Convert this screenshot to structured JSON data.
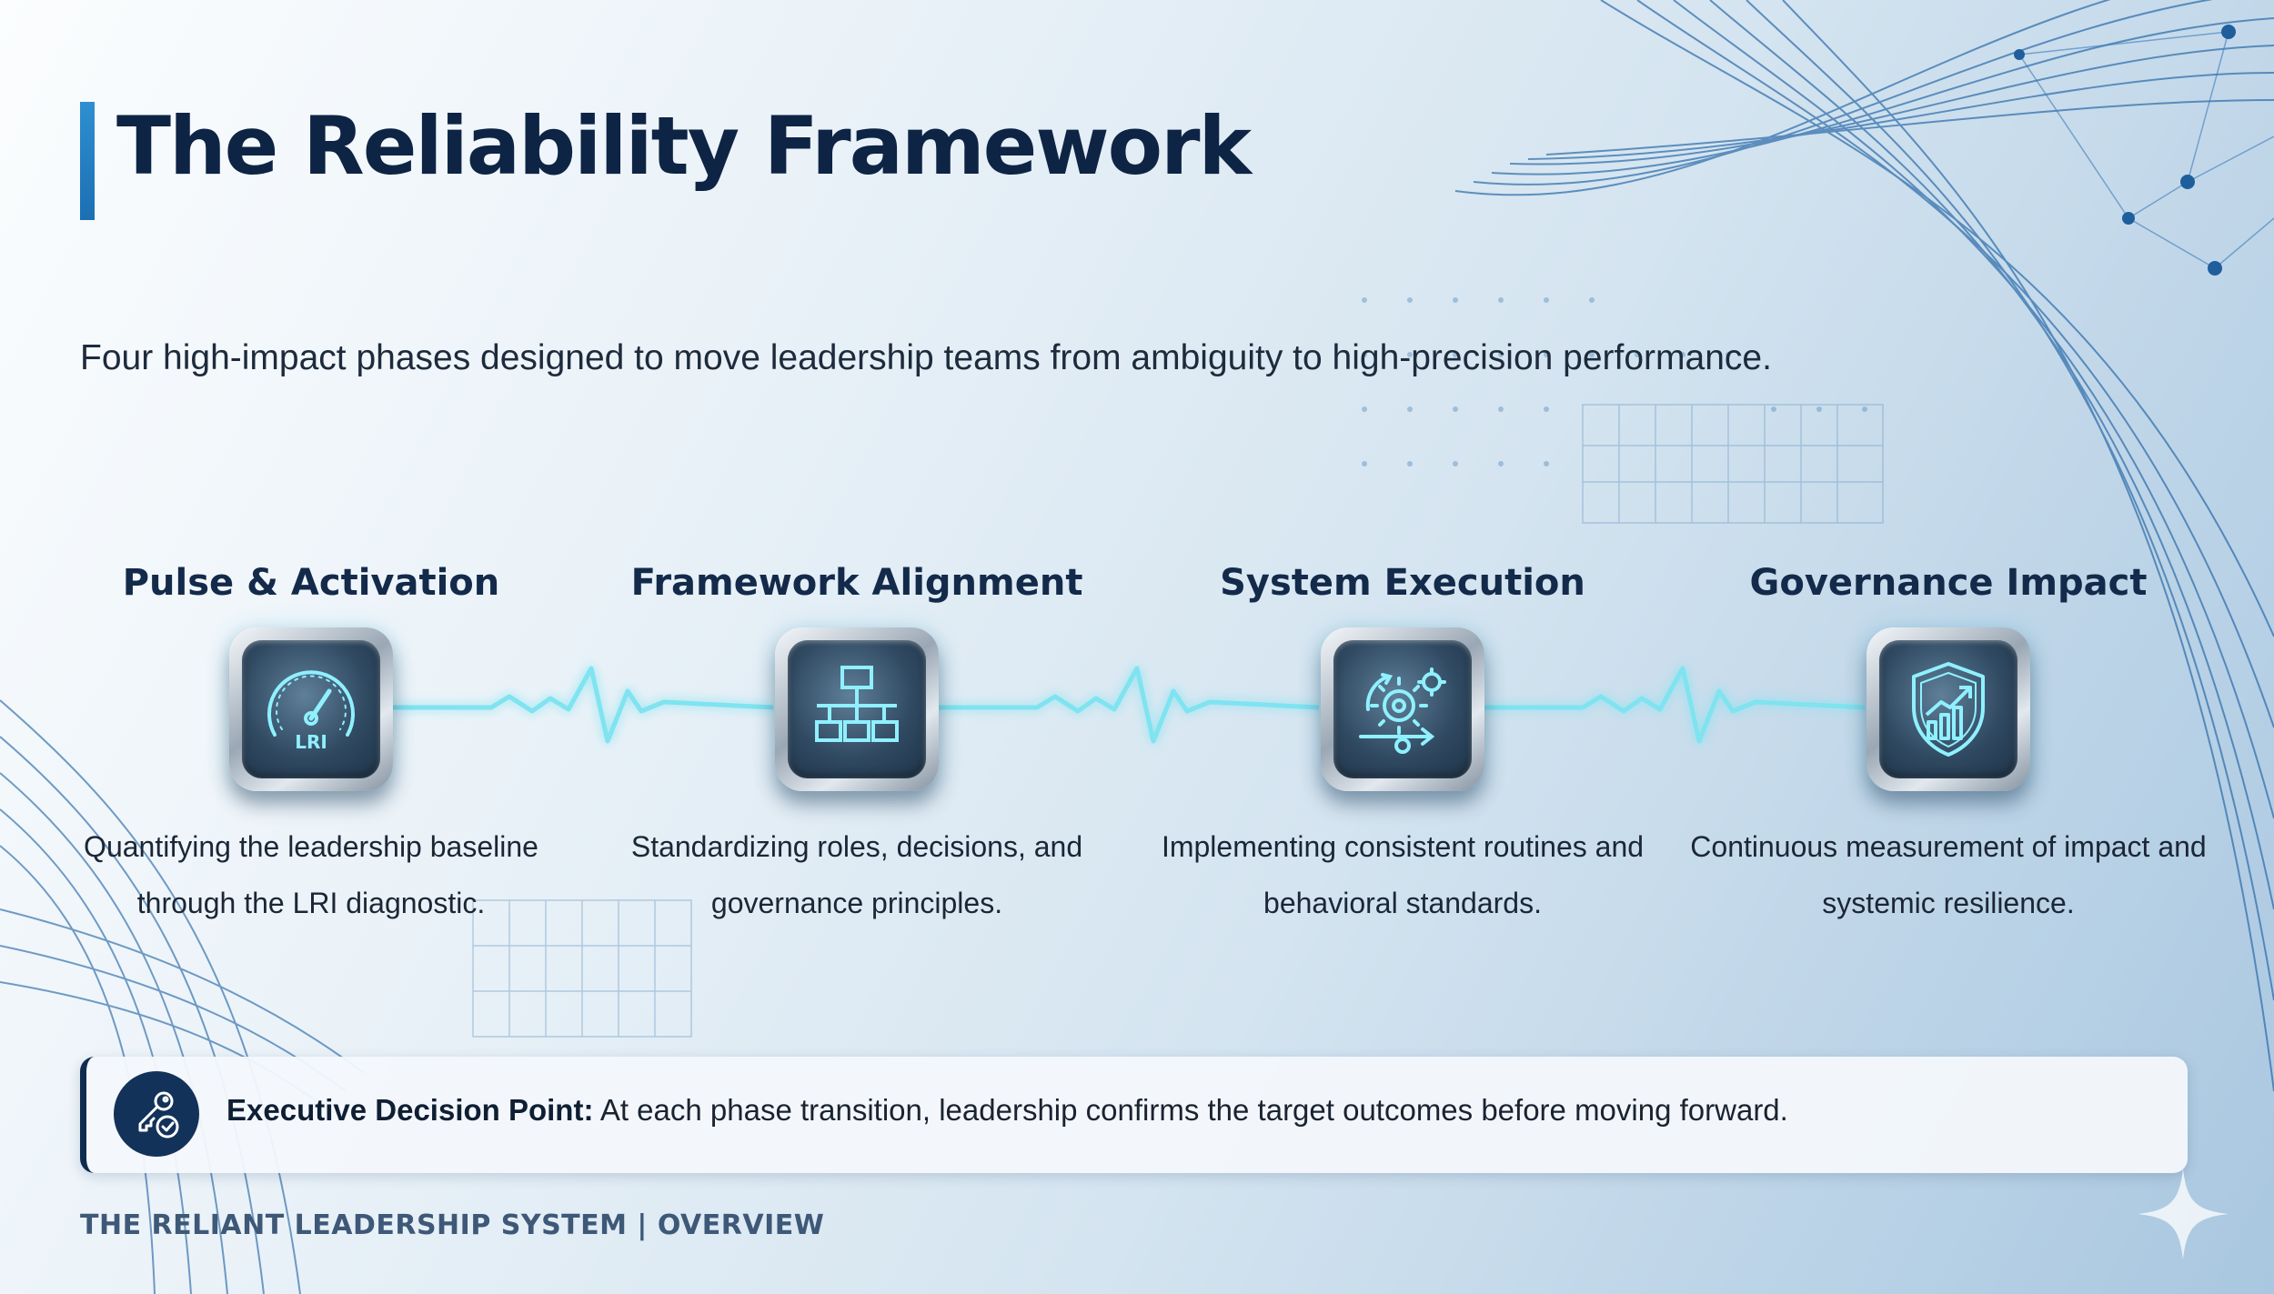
{
  "slide": {
    "title": "The Reliability Framework",
    "subtitle": "Four high-impact phases designed to move leadership teams from ambiguity to high-precision performance.",
    "phases": [
      {
        "title": "Pulse & Activation",
        "description": "Quantifying the leadership baseline through the LRI diagnostic.",
        "icon": "gauge-lri-icon",
        "icon_text": "LRI"
      },
      {
        "title": "Framework Alignment",
        "description": "Standardizing roles, decisions, and governance principles.",
        "icon": "org-chart-icon"
      },
      {
        "title": "System Execution",
        "description": "Implementing consistent routines and behavioral standards.",
        "icon": "gears-cycle-icon"
      },
      {
        "title": "Governance Impact",
        "description": "Continuous measurement of impact and systemic resilience.",
        "icon": "shield-growth-icon"
      }
    ],
    "callout": {
      "label": "Executive Decision Point:",
      "text": "At each phase transition, leadership confirms the target outcomes before moving forward.",
      "icon": "key-check-icon"
    },
    "footer": "THE RELIANT LEADERSHIP SYSTEM | OVERVIEW",
    "colors": {
      "title": "#0e2445",
      "accent_bar": "#1b6fb3",
      "pulse_line": "#7fe3f0",
      "icon_glow": "#6fdcee"
    }
  }
}
